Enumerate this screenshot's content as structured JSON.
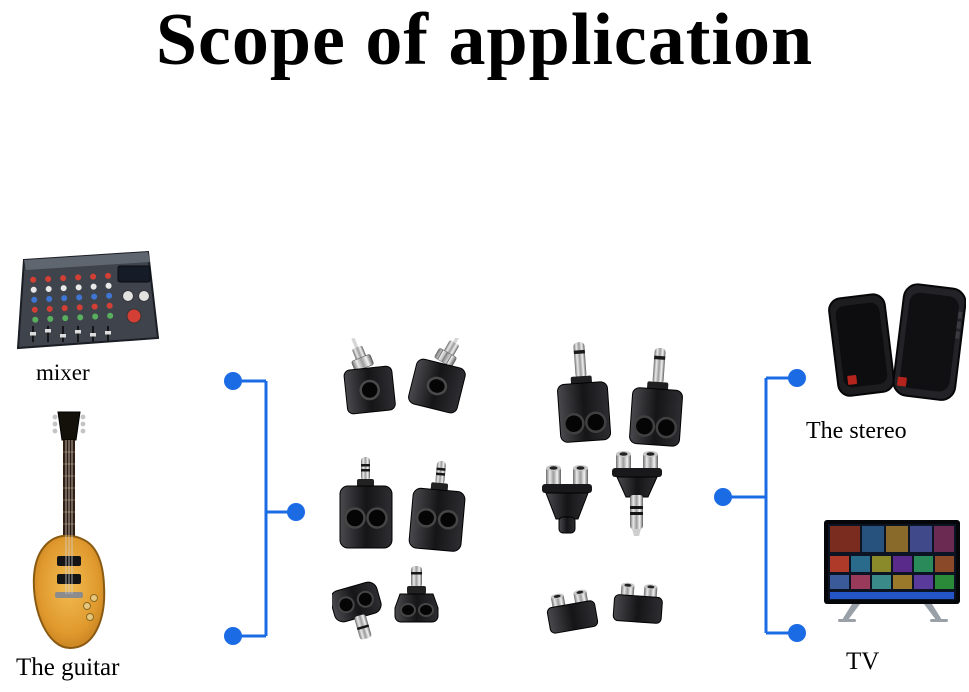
{
  "title": "Scope of application",
  "labels": {
    "mixer": "mixer",
    "guitar": "The guitar",
    "stereo": "The stereo",
    "tv": "TV"
  },
  "icons": [
    "mixer-image",
    "guitar-image",
    "stereo-speakers-image",
    "tv-image",
    "rca-male-to-35mm-adapter-pair",
    "35mm-male-to-dual-female-splitter-pair",
    "635mm-male-to-dual-35mm-splitter-pair",
    "635mm-mono-to-dual-jack-adapter-pair",
    "rca-female-y-splitter-pair",
    "dual-rca-female-coupler-pair",
    "connector-bracket-left",
    "connector-bracket-right"
  ],
  "colors": {
    "connector": "#1b6be4",
    "background": "#ffffff",
    "text": "#000000"
  }
}
